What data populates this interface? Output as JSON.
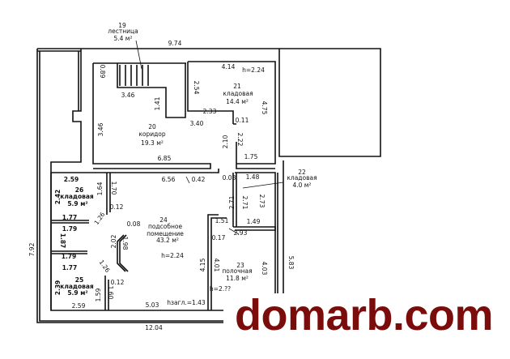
{
  "rooms": [
    {
      "number": "19",
      "name": "лестница",
      "area": "5.4 м²"
    },
    {
      "number": "20",
      "name": "коридор",
      "area": "19.3 м²"
    },
    {
      "number": "21",
      "name": "кладовая",
      "area": "14.4 м²",
      "height": "h=2.24"
    },
    {
      "number": "22",
      "name": "кладовая",
      "area": "4.0 м²"
    },
    {
      "number": "23",
      "name": "полочная",
      "area": "11.8 м²",
      "height": "h=2.??"
    },
    {
      "number": "24",
      "name": "подсобное",
      "name2": "помещение",
      "area": "43.2 м²",
      "height": "h=2.24",
      "height_note": "hзагл.=1.43"
    },
    {
      "number": "25",
      "name": "кладовая",
      "area": "5.9 м²"
    },
    {
      "number": "26",
      "name": "кладовая",
      "area": "5.9 м²"
    }
  ],
  "dims": [
    "9.74",
    "0.89",
    "3.46",
    "1.41",
    "2.54",
    "4.14",
    "2.33",
    "3.40",
    "0.11",
    "3.46",
    "6.85",
    "2.10",
    "2.22",
    "1.75",
    "4.75",
    "0.42",
    "0.08",
    "1.48",
    "2.71",
    "2.71",
    "2.73",
    "2.59",
    "6.56",
    "2.42",
    "1.64",
    "1.70",
    "0.12",
    "1.26",
    "1.77",
    "1.79",
    "0.08",
    "1.87",
    "2.02",
    "1.98",
    "1.79",
    "1.77",
    "1.26",
    "0.12",
    "2.39",
    "1.59",
    "1.60",
    "2.59",
    "5.03",
    "12.04",
    "7.92",
    "1.51",
    "2.93",
    "0.17",
    "4.15",
    "4.01",
    "1.49",
    "4.03",
    "5.83"
  ],
  "watermark": "domarb.com",
  "colors": {
    "watermark": "#7a0c0c",
    "lines": "#111111"
  }
}
